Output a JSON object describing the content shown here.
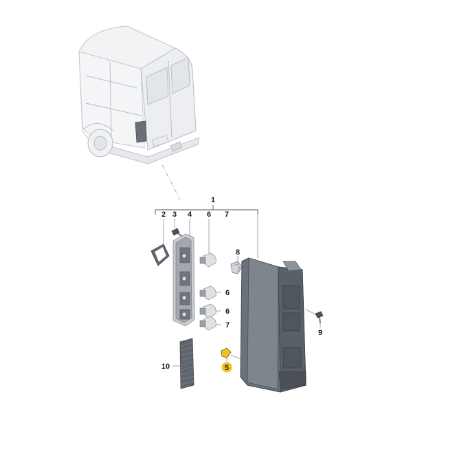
{
  "diagram": {
    "callouts": [
      {
        "id": "c1",
        "label": "1"
      },
      {
        "id": "c2",
        "label": "2"
      },
      {
        "id": "c3",
        "label": "3"
      },
      {
        "id": "c4",
        "label": "4"
      },
      {
        "id": "c6a",
        "label": "6"
      },
      {
        "id": "c7a",
        "label": "7"
      },
      {
        "id": "c8",
        "label": "8"
      },
      {
        "id": "c6b",
        "label": "6"
      },
      {
        "id": "c6c",
        "label": "6"
      },
      {
        "id": "c7b",
        "label": "7"
      },
      {
        "id": "c9",
        "label": "9"
      },
      {
        "id": "c10",
        "label": "10"
      },
      {
        "id": "c5",
        "label": "5"
      }
    ],
    "highlight_color": "#f2c21b"
  }
}
